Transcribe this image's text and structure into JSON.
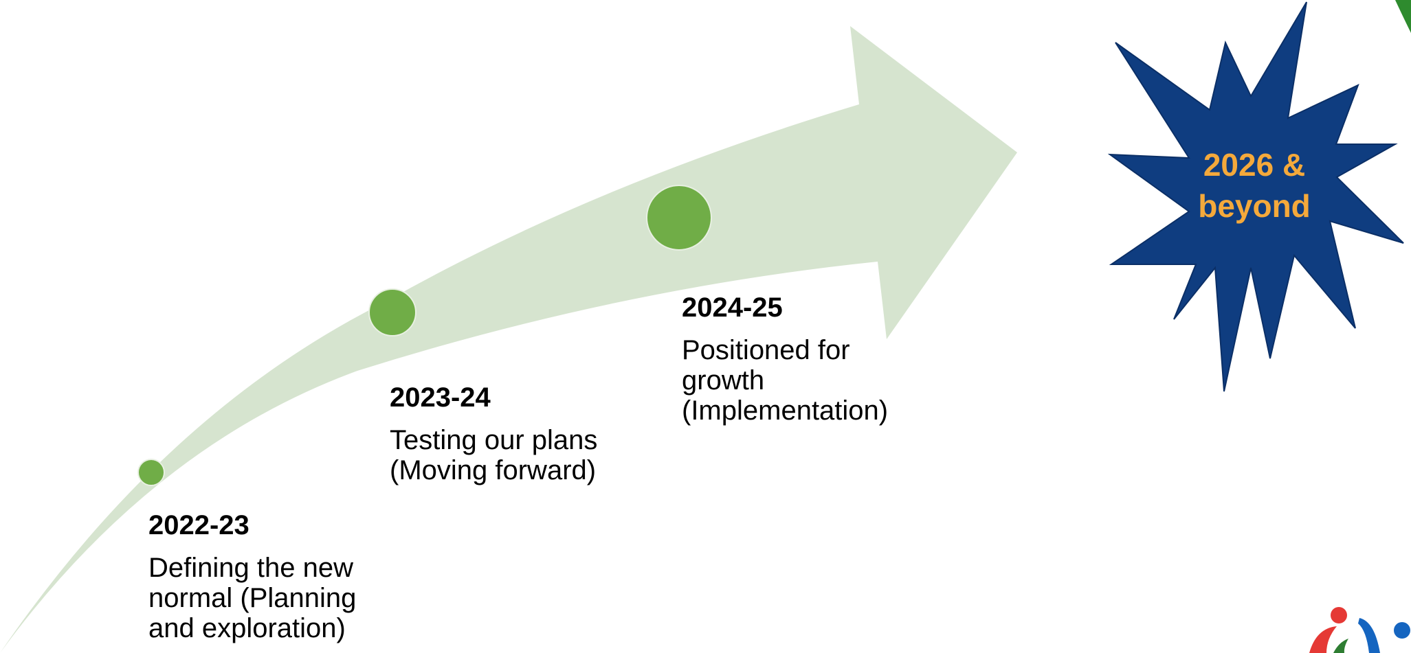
{
  "milestones": [
    {
      "year": "2022-23",
      "description": "Defining the new normal (Planning and exploration)"
    },
    {
      "year": "2023-24",
      "description": "Testing our plans (Moving forward)"
    },
    {
      "year": "2024-25",
      "description": "Positioned for growth (Implementation)"
    }
  ],
  "future": {
    "label": "2026 & beyond"
  },
  "colors": {
    "arrow": "#d6e4cf",
    "dot": "#70ad47",
    "star": "#0f3d80",
    "star_text": "#f4a93b",
    "text": "#000000"
  }
}
